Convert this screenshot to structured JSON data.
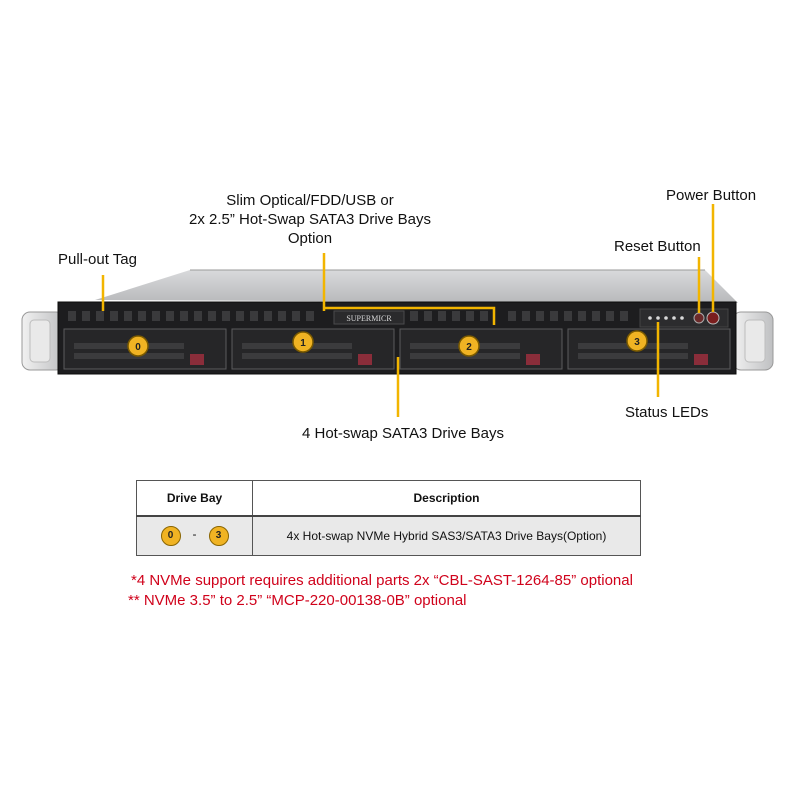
{
  "callouts": {
    "slim_optical_line1": "Slim Optical/FDD/USB or",
    "slim_optical_line2": "2x 2.5” Hot-Swap  SATA3 Drive Bays",
    "slim_optical_line3": "Option",
    "pull_out_tag": "Pull-out  Tag",
    "power_button": "Power Button",
    "reset_button": "Reset Button",
    "status_leds": "Status LEDs",
    "drive_bays": "4 Hot-swap  SATA3 Drive Bays"
  },
  "chassis": {
    "brand": "SUPERMICR",
    "bays": [
      "0",
      "1",
      "2",
      "3"
    ]
  },
  "table": {
    "header_drive_bay": "Drive Bay",
    "header_description": "Description",
    "row": {
      "bay_start": "0",
      "separator": "-",
      "bay_end": "3",
      "description": "4x Hot-swap  NVMe  Hybrid  SAS3/SATA3 Drive  Bays(Option)"
    }
  },
  "notes": {
    "note1": "*4 NVMe support requires additional parts 2x “CBL-SAST-1264-85” optional",
    "note2": "** NVMe 3.5” to 2.5” “MCP-220-00138-0B” optional"
  },
  "colors": {
    "callout_line": "#f2b500",
    "bay_badge": "#f0b323",
    "note_text": "#d0021b"
  }
}
